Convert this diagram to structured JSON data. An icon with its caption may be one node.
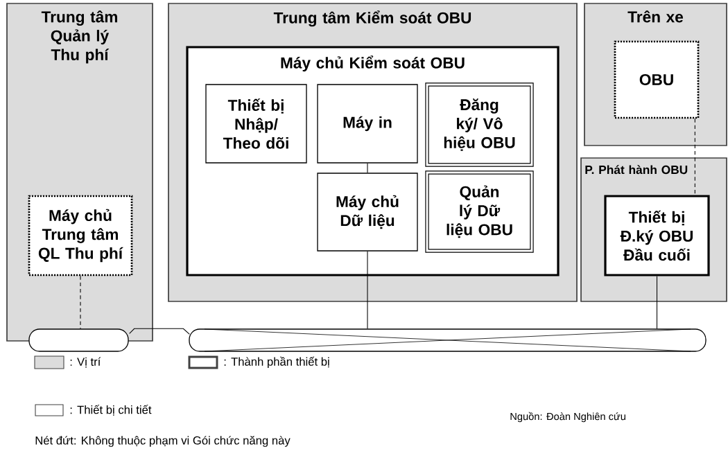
{
  "diagram": {
    "nodes": [
      {
        "text": [
          "Trung tâm Quản lý Thu phí"
        ]
      },
      {
        "text": [
          "Máy chủ Trung tâm QL Thu phí"
        ],
        "in": 0
      },
      {
        "text": [
          "Trung tâm Kiểm soát OBU"
        ]
      },
      {
        "text": [
          "Máy chủ Kiểm soát OBU"
        ],
        "in": 2
      },
      {
        "text": [
          "Thiết bị Nhập/ Theo dõi"
        ],
        "in": 3
      },
      {
        "text": [
          "Máy in"
        ],
        "in": 3
      },
      {
        "text": [
          "Đăng ký/ Vô hiệu OBU"
        ],
        "in": 3
      },
      {
        "text": [
          "Máy chủ Dữ liệu"
        ],
        "in": 3
      },
      {
        "text": [
          "Quản lý Dữ liệu OBU"
        ],
        "in": 3
      },
      {
        "text": [
          "Trên xe"
        ]
      },
      {
        "text": [
          "OBU"
        ],
        "in": 9
      },
      {
        "text": [
          "P. Phát hành OBU"
        ]
      },
      {
        "text": [
          "Thiết bị Đ.ký OBU Đầu cuối"
        ],
        "in": 11
      },
      {
        "text": [],
        "shape": "bar"
      },
      {
        "text": [],
        "shape": "bar"
      }
    ],
    "edges": [
      {
        "from": 1,
        "to": 13,
        "arrow": "none",
        "style": "dashed"
      },
      {
        "from": 5,
        "to": 7,
        "arrow": "none"
      },
      {
        "from": 7,
        "to": 14,
        "arrow": "none"
      },
      {
        "from": 10,
        "to": 12,
        "arrow": "none",
        "style": "dashed"
      },
      {
        "from": 12,
        "to": 14,
        "arrow": "none"
      },
      {
        "from": 13,
        "to": 14,
        "arrow": "none"
      }
    ],
    "labels": [
      "Nguồn: Đoàn Nghiên cứu",
      "Nét đứt: Không thuộc phạm vi Gói chức năng này"
    ],
    "legend": [
      {
        "text": ": Vị trí",
        "color": "#dcdcdc"
      },
      {
        "text": ": Thành phần thiết bị"
      },
      {
        "text": ": Thiết bị chi tiết"
      }
    ]
  }
}
